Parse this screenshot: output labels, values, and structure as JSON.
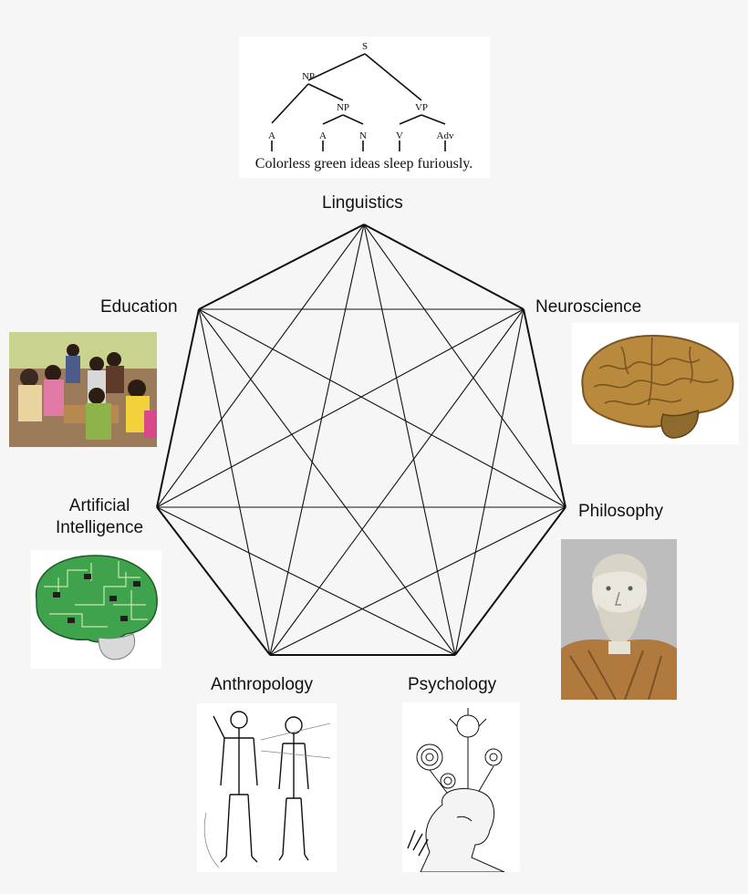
{
  "diagram": {
    "disciplines": [
      {
        "id": "linguistics",
        "label": "Linguistics"
      },
      {
        "id": "neuroscience",
        "label": "Neuroscience"
      },
      {
        "id": "philosophy",
        "label": "Philosophy"
      },
      {
        "id": "psychology",
        "label": "Psychology"
      },
      {
        "id": "anthropology",
        "label": "Anthropology"
      },
      {
        "id": "ai",
        "label_line1": "Artificial",
        "label_line2": "Intelligence"
      },
      {
        "id": "education",
        "label": "Education"
      }
    ],
    "connections": "complete graph: every discipline connected to every other"
  },
  "parse_tree": {
    "sentence": "Colorless green ideas sleep furiously.",
    "nodes": {
      "s": "S",
      "np_top": "NP",
      "np_inner": "NP",
      "vp": "VP",
      "a1": "A",
      "a2": "A",
      "n": "N",
      "v": "V",
      "adv": "Adv"
    }
  },
  "icons": {
    "brain_photo": "brain-icon",
    "circuit_brain": "circuit-brain-icon",
    "bust": "aristotle-bust-icon",
    "classroom": "classroom-photo-icon",
    "human_figures": "human-figures-icon",
    "engraving": "head-engraving-icon"
  },
  "colors": {
    "background": "#f6f6f6",
    "edges": "#111111",
    "brain": "#b98a3e",
    "circuit": "#3fa34d"
  }
}
